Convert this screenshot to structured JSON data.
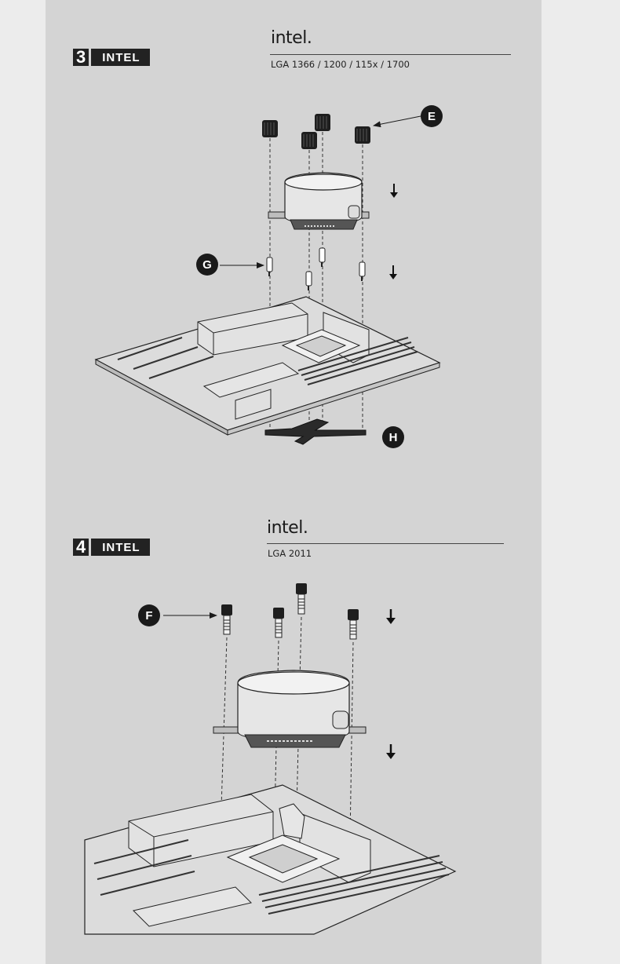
{
  "step3": {
    "number": "3",
    "label": "INTEL",
    "brand": "intel.",
    "sockets": "LGA 1366 / 1200 / 115x / 1700",
    "callouts": {
      "e": "E",
      "g": "G",
      "h": "H"
    }
  },
  "step4": {
    "number": "4",
    "label": "INTEL",
    "brand": "intel.",
    "sockets": "LGA 2011",
    "callouts": {
      "f": "F"
    }
  },
  "icons": [
    "down-arrow-icon",
    "callout-arrow-icon"
  ],
  "colors": {
    "page_bg": "#d4d4d4",
    "outer_bg": "#ececec",
    "badge": "#222222",
    "line": "#1a1a1a"
  }
}
